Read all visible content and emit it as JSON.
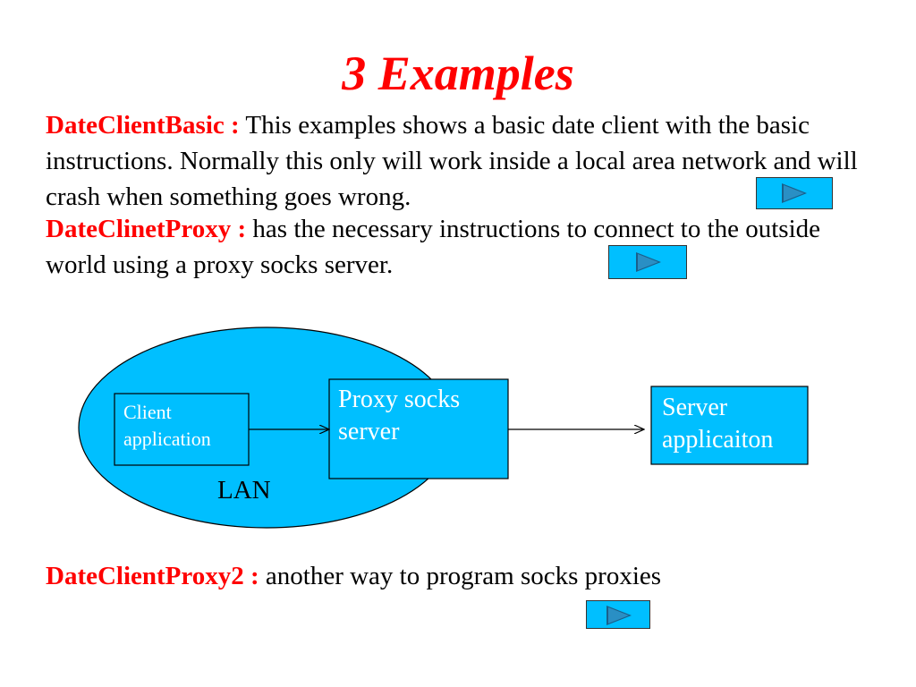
{
  "title": "3 Examples",
  "examples": [
    {
      "key": "DateClientBasic :",
      "text": " This examples shows a basic date client with the basic instructions. Normally this only will work inside a local area network and will crash when something goes wrong."
    },
    {
      "key": "DateClinetProxy :",
      "text": " has the necessary instructions to connect to the outside world using a proxy socks server."
    },
    {
      "key": "DateClientProxy2  :",
      "text": " another way to program socks proxies"
    }
  ],
  "diagram": {
    "client_label_1": "Client",
    "client_label_2": "application",
    "proxy_label_1": "Proxy socks",
    "proxy_label_2": "server",
    "server_label_1": "Server",
    "server_label_2": "applicaiton",
    "lan_label": "LAN"
  },
  "colors": {
    "title": "#ff0000",
    "key": "#ff0000",
    "lan_fill": "#00bfff",
    "box_fill": "#00bfff",
    "button_fill": "#00bfff",
    "triangle": "#2a8fc4"
  },
  "buttons": [
    {
      "icon": "play-icon"
    },
    {
      "icon": "play-icon"
    },
    {
      "icon": "play-icon"
    }
  ]
}
